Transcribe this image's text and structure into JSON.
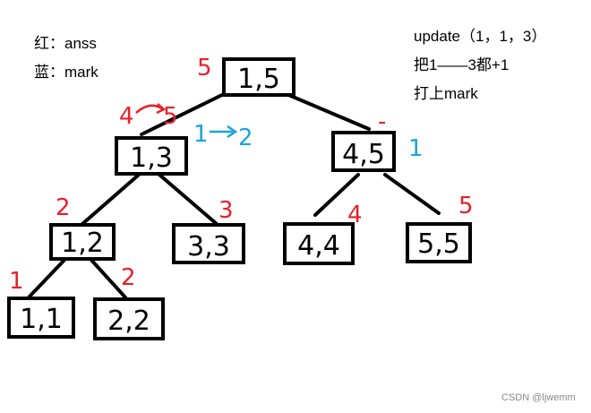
{
  "legend": {
    "red": "红：anss",
    "blue": "蓝：mark"
  },
  "notes": [
    "update（1，1，3）",
    "把1——3都+1",
    "打上mark"
  ],
  "nodes": [
    {
      "id": "1-5",
      "label": "1,5",
      "ans": "5"
    },
    {
      "id": "1-3",
      "label": "1,3",
      "ans_old": "4",
      "ans_new": "5",
      "mark_old": "1",
      "mark_new": "2"
    },
    {
      "id": "4-5",
      "label": "4,5",
      "ans": "-",
      "mark": "1"
    },
    {
      "id": "1-2",
      "label": "1,2",
      "ans": "2"
    },
    {
      "id": "3-3",
      "label": "3,3",
      "ans": "3"
    },
    {
      "id": "4-4",
      "label": "4,4",
      "ans": "4"
    },
    {
      "id": "5-5",
      "label": "5,5",
      "ans": "5"
    },
    {
      "id": "1-1",
      "label": "1,1",
      "ans": "1"
    },
    {
      "id": "2-2",
      "label": "2,2",
      "ans": "2"
    }
  ],
  "watermark": "CSDN @ljwemm",
  "colors": {
    "ans": "#e8202a",
    "mark": "#1aa3e0"
  }
}
